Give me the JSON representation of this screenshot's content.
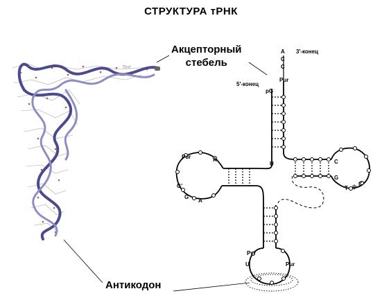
{
  "title": "СТРУКТУРА тРНК",
  "labels": {
    "acceptor_stem_line1": "Акцепторный",
    "acceptor_stem_line2": "стебель",
    "anticodon": "Антикодон",
    "three_prime_end": "3'-конец",
    "five_prime_end": "5'-конец"
  },
  "acceptor_bases": [
    "A",
    "C",
    "C",
    "Pur"
  ],
  "five_prime_base": "pG",
  "junction_base": "U",
  "d_loop": {
    "bases": [
      "Pur",
      "A",
      "G'",
      "G",
      "A"
    ]
  },
  "t_loop": {
    "bases": [
      "C",
      "G",
      "T",
      "ψ",
      "C"
    ]
  },
  "anticodon_loop": {
    "bases": [
      "Pyr",
      "U",
      "Pur"
    ]
  },
  "model_caption": "Text"
}
